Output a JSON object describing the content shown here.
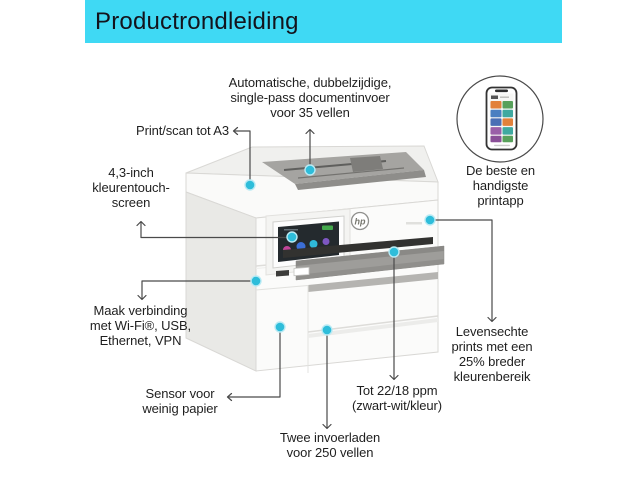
{
  "header": {
    "title": "Productrondleiding"
  },
  "callouts": {
    "adf": {
      "lines": [
        "Automatische, dubbelzijdige,",
        "single-pass documentinvoer",
        "voor 35 vellen"
      ]
    },
    "print_scan_a3": {
      "lines": [
        "Print/scan tot A3"
      ]
    },
    "touchscreen": {
      "lines": [
        "4,3-inch",
        "kleurentouch-",
        "screen"
      ]
    },
    "connectivity": {
      "lines": [
        "Maak verbinding",
        "met Wi-Fi®, USB,",
        "Ethernet, VPN"
      ]
    },
    "paper_sensor": {
      "lines": [
        "Sensor voor",
        "weinig papier"
      ]
    },
    "input_trays": {
      "lines": [
        "Twee invoerladen",
        "voor 250 vellen"
      ]
    },
    "print_speed": {
      "lines": [
        "Tot 22/18 ppm",
        "(zwart-wit/kleur)"
      ]
    },
    "color_gamut": {
      "lines": [
        "Levensechte",
        "prints met een",
        "25% breder",
        "kleurenbereik"
      ]
    },
    "print_app": {
      "lines": [
        "De beste en",
        "handigste",
        "printapp"
      ]
    }
  },
  "printer": {
    "logo_text": "hp"
  },
  "colors": {
    "header_bg": "#3fd9f4",
    "callout_dot": "#2ebdda",
    "callout_line": "#4a4a4a",
    "app_tiles": [
      "#e2813b",
      "#58a15b",
      "#4a7fc1",
      "#3fa9a0",
      "#4a6fb5",
      "#e2813b",
      "#9a5fa8",
      "#3fa9a0",
      "#8a4f98",
      "#58a15b"
    ]
  }
}
